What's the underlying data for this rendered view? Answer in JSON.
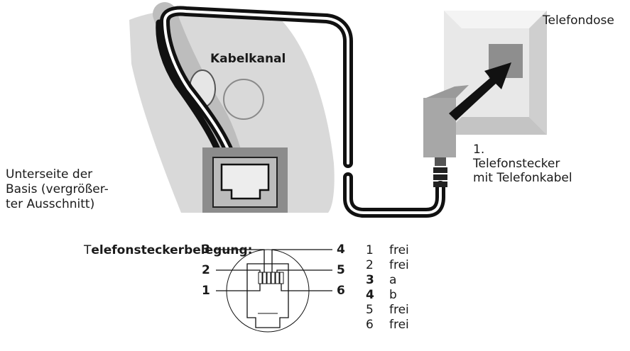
{
  "labels": {
    "cable_channel": "Kabelkanal",
    "wall_socket": "Telefondose",
    "step": "1.",
    "plug_line1": "Telefonstecker",
    "plug_line2": "mit Telefonkabel",
    "base_line1": "Unterseite der",
    "base_line2": "Basis (vergrößer-",
    "base_line3": "ter Ausschnitt)"
  },
  "pinout": {
    "title_first": "T",
    "title_rest": "elefonsteckerbelegung:",
    "callouts_left": [
      "3",
      "2",
      "1"
    ],
    "callouts_right": [
      "4",
      "5",
      "6"
    ],
    "table": [
      {
        "pin": "1",
        "value": "frei",
        "bold": false
      },
      {
        "pin": "2",
        "value": "frei",
        "bold": false
      },
      {
        "pin": "3",
        "value": "a",
        "bold": true
      },
      {
        "pin": "4",
        "value": "b",
        "bold": true
      },
      {
        "pin": "5",
        "value": "frei",
        "bold": false
      },
      {
        "pin": "6",
        "value": "frei",
        "bold": false
      }
    ]
  }
}
